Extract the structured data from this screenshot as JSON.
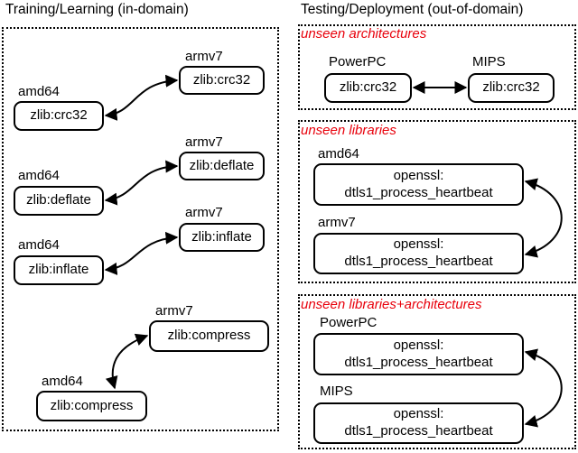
{
  "headings": {
    "training": "Training/Learning (in-domain)",
    "testing": "Testing/Deployment (out-of-domain)"
  },
  "colors": {
    "subtitle": "#e8000b",
    "line": "#000000"
  },
  "training": {
    "pairs": [
      {
        "left_arch": "amd64",
        "left_fn": "zlib:crc32",
        "right_arch": "armv7",
        "right_fn": "zlib:crc32"
      },
      {
        "left_arch": "amd64",
        "left_fn": "zlib:deflate",
        "right_arch": "armv7",
        "right_fn": "zlib:deflate"
      },
      {
        "left_arch": "amd64",
        "left_fn": "zlib:inflate",
        "right_arch": "armv7",
        "right_fn": "zlib:inflate"
      },
      {
        "left_arch": "amd64",
        "left_fn": "zlib:compress",
        "right_arch": "armv7",
        "right_fn": "zlib:compress"
      }
    ]
  },
  "testing": {
    "unseen_arch": {
      "title": "unseen architectures",
      "left_arch": "PowerPC",
      "left_fn": "zlib:crc32",
      "right_arch": "MIPS",
      "right_fn": "zlib:crc32"
    },
    "unseen_libs": {
      "title": "unseen libraries",
      "top_arch": "amd64",
      "top_fn_line1": "openssl:",
      "top_fn_line2": "dtls1_process_heartbeat",
      "bottom_arch": "armv7",
      "bottom_fn_line1": "openssl:",
      "bottom_fn_line2": "dtls1_process_heartbeat"
    },
    "unseen_both": {
      "title": "unseen libraries+architectures",
      "top_arch": "PowerPC",
      "top_fn_line1": "openssl:",
      "top_fn_line2": "dtls1_process_heartbeat",
      "bottom_arch": "MIPS",
      "bottom_fn_line1": "openssl:",
      "bottom_fn_line2": "dtls1_process_heartbeat"
    }
  }
}
